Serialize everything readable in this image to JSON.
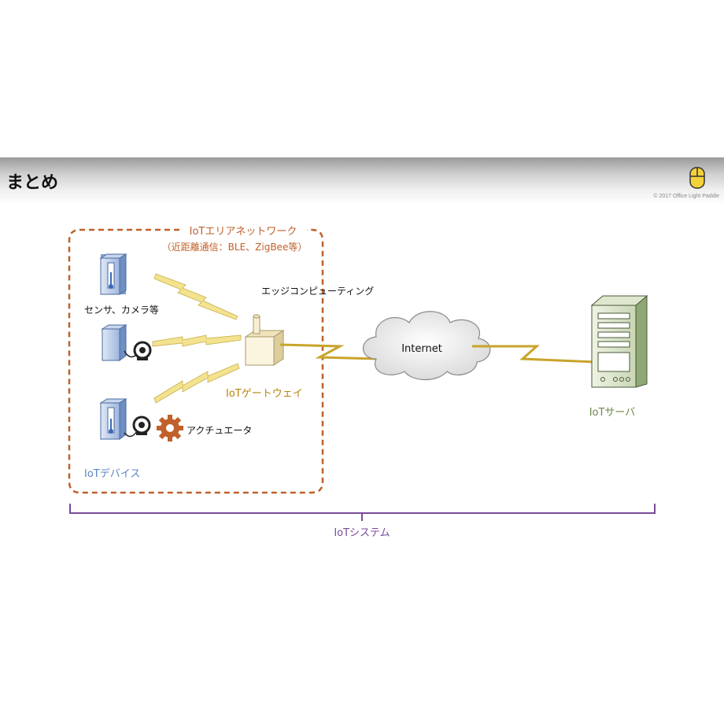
{
  "header": {
    "title": "まとめ",
    "copyright": "© 2017 Office Light Paddle"
  },
  "diagram": {
    "area_network": {
      "title": "IoTエリアネットワーク",
      "subtitle": "（近距離通信：BLE、ZigBee等）"
    },
    "devices": {
      "sensor_label": "センサ、カメラ等",
      "actuator_label": "アクチュエータ",
      "group_label": "IoTデバイス"
    },
    "gateway": {
      "label": "IoTゲートウェイ",
      "edge_label": "エッジコンピューティング"
    },
    "internet_label": "Internet",
    "server_label": "IoTサーバ",
    "system_label": "IoTシステム",
    "colors": {
      "area_border": "#c0602a",
      "device_blue": "#5b82c0",
      "gateway_text": "#b8860b",
      "server_green": "#6a8a4a",
      "system_purple": "#7a4a9a",
      "link_gold": "#c8a42a",
      "bolt_yellow": "#f3e28e"
    }
  }
}
